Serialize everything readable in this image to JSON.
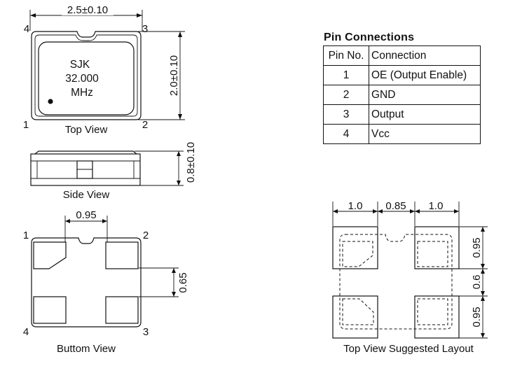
{
  "top_view": {
    "width_dim": "2.5±0.10",
    "height_dim": "2.0±0.10",
    "marking_line1": "SJK",
    "marking_line2": "32.000",
    "marking_line3": "MHz",
    "pin_tl": "4",
    "pin_tr": "3",
    "pin_bl": "1",
    "pin_br": "2",
    "caption": "Top View"
  },
  "side_view": {
    "height_dim": "0.8±0.10",
    "caption": "Side View"
  },
  "bottom_view": {
    "pad_gap_dim": "0.95",
    "pad_vgap_dim": "0.65",
    "pin_tl": "1",
    "pin_tr": "2",
    "pin_bl": "4",
    "pin_br": "3",
    "caption": "Buttom View"
  },
  "pin_connections": {
    "title": "Pin Connections",
    "header_pin": "Pin No.",
    "header_connection": "Connection",
    "rows": [
      {
        "pin": "1",
        "connection": "OE (Output Enable)"
      },
      {
        "pin": "2",
        "connection": "GND"
      },
      {
        "pin": "3",
        "connection": "Output"
      },
      {
        "pin": "4",
        "connection": "Vcc"
      }
    ]
  },
  "layout_view": {
    "dim_pad_w1": "1.0",
    "dim_gap": "0.85",
    "dim_pad_w2": "1.0",
    "dim_pad_h1": "0.95",
    "dim_vgap": "0.6",
    "dim_pad_h2": "0.95",
    "caption": "Top View Suggested Layout"
  }
}
